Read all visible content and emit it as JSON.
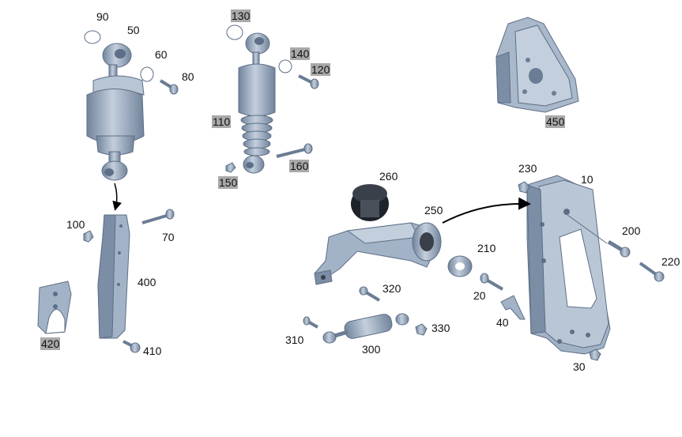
{
  "colors": {
    "part_fill": "#9fb0c6",
    "part_fill_light": "#c3cfdd",
    "part_fill_dark": "#72849c",
    "part_stroke": "#5d6f86",
    "highlight_label_bg": "#a9a9a9",
    "arrow": "#000000",
    "background": "#ffffff"
  },
  "callouts": {
    "c90": "90",
    "c50": "50",
    "c60": "60",
    "c80": "80",
    "c130": "130",
    "c140": "140",
    "c120": "120",
    "c110": "110",
    "c160": "160",
    "c150": "150",
    "c450": "450",
    "c260": "260",
    "c250": "250",
    "c210": "210",
    "c230": "230",
    "c10": "10",
    "c200": "200",
    "c220": "220",
    "c100": "100",
    "c70": "70",
    "c400": "400",
    "c420": "420",
    "c410": "410",
    "c320": "320",
    "c310": "310",
    "c300": "300",
    "c330": "330",
    "c20": "20",
    "c40": "40",
    "c30": "30"
  },
  "highlighted_callouts": [
    "130",
    "140",
    "120",
    "110",
    "160",
    "150",
    "450",
    "420"
  ]
}
